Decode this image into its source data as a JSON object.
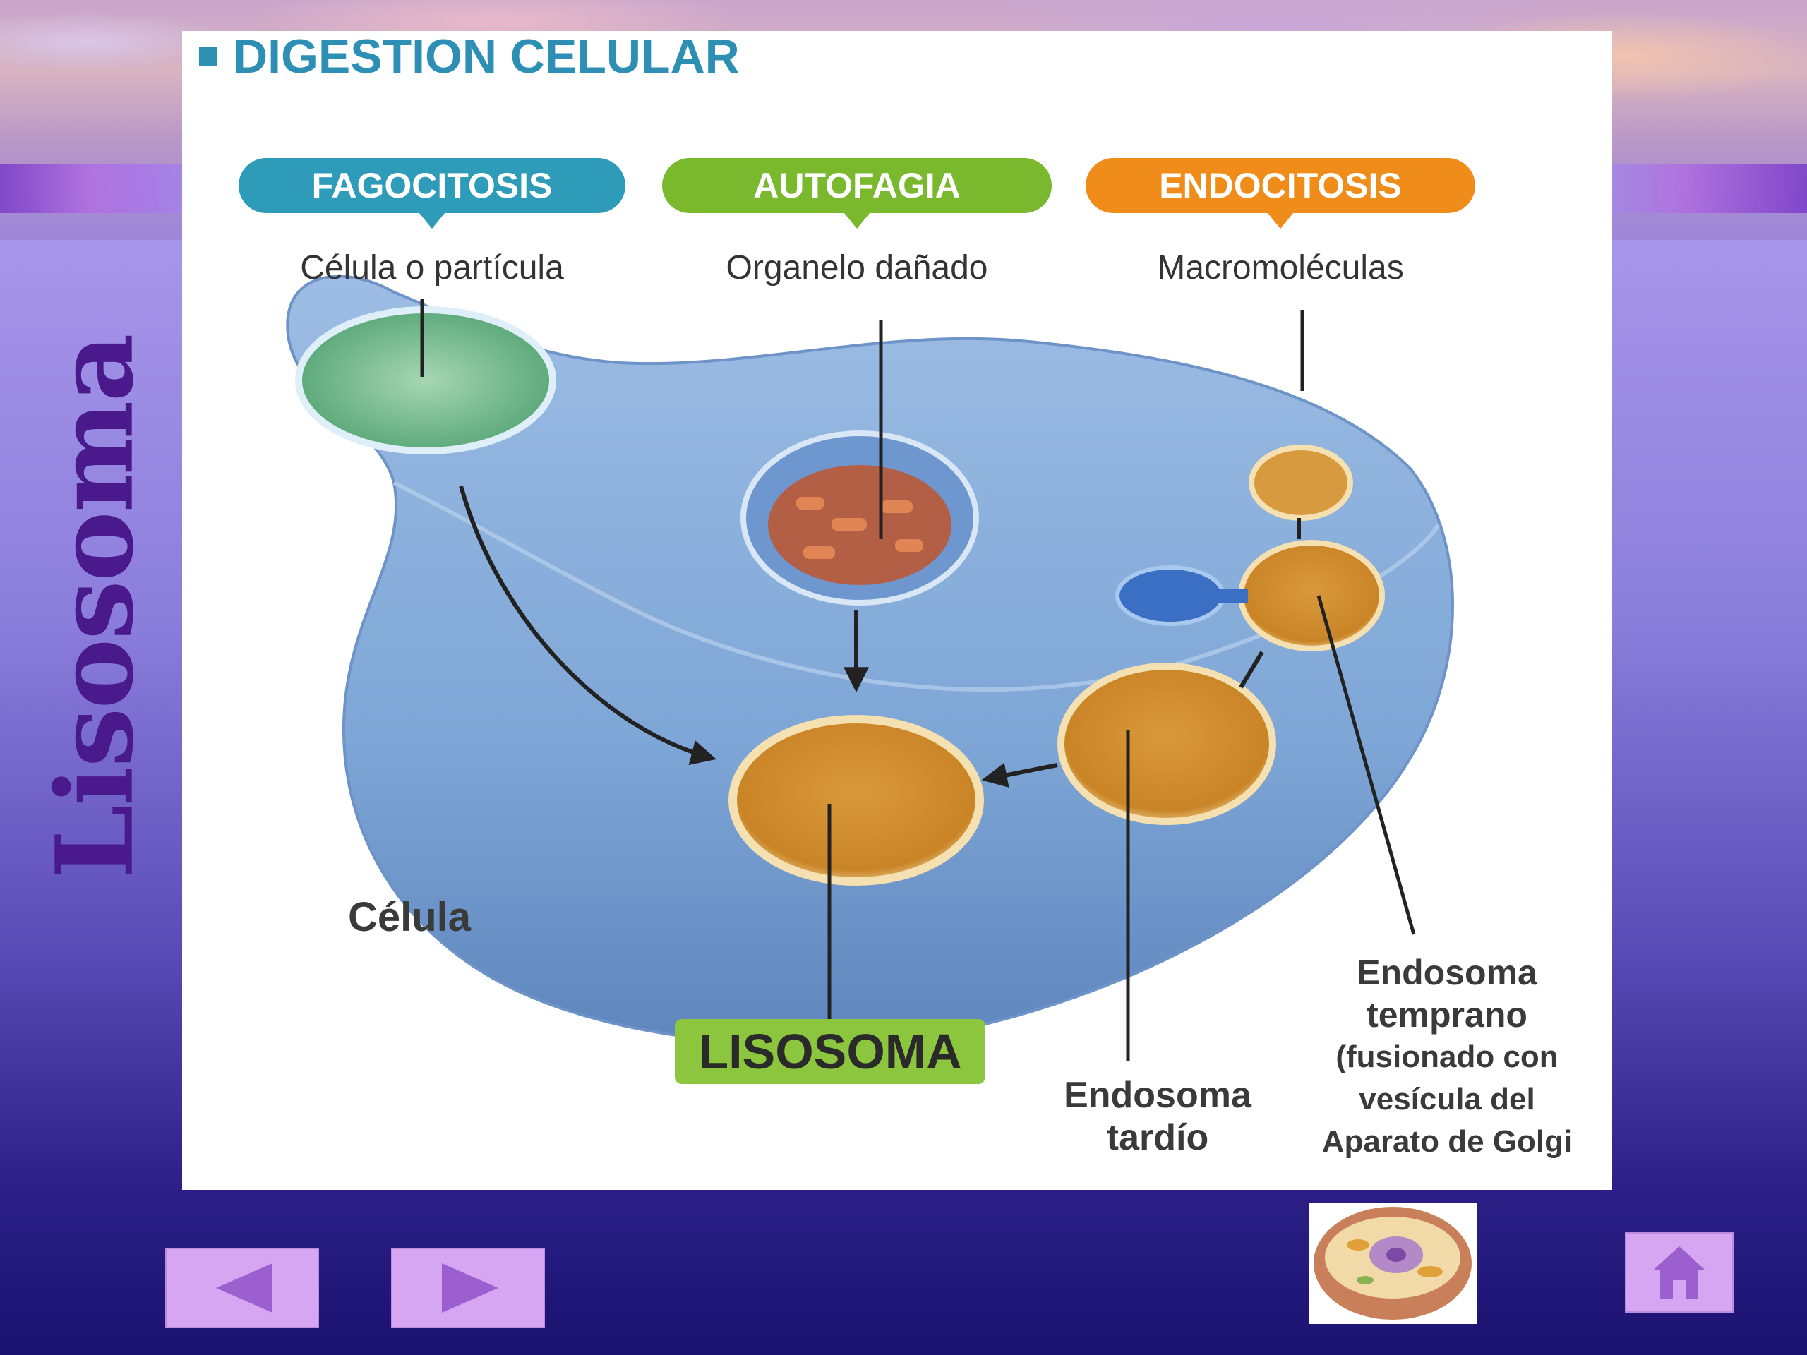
{
  "slide": {
    "side_title": "Lisosoma",
    "heading": "DIGESTION CELULAR"
  },
  "pathways": [
    {
      "name": "FAGOCITOSIS",
      "caption": "Célula o partícula",
      "color": "#2e9bb8"
    },
    {
      "name": "AUTOFAGIA",
      "caption": "Organelo dañado",
      "color": "#7ab82e"
    },
    {
      "name": "ENDOCITOSIS",
      "caption": "Macromoléculas",
      "color": "#f08c1a"
    }
  ],
  "labels": {
    "cell": "Célula",
    "lysosome": "LISOSOMA",
    "late_endosome_line1": "Endosoma",
    "late_endosome_line2": "tardío",
    "early_endosome_line1": "Endosoma",
    "early_endosome_line2": "temprano",
    "early_endosome_line3": "(fusionado con",
    "early_endosome_line4": "vesícula del",
    "early_endosome_line5": "Aparato de Golgi"
  },
  "navigation": {
    "prev_icon": "triangle-left-icon",
    "next_icon": "triangle-right-icon",
    "home_icon": "home-icon",
    "thumbnail_icon": "cell-thumbnail-icon"
  }
}
